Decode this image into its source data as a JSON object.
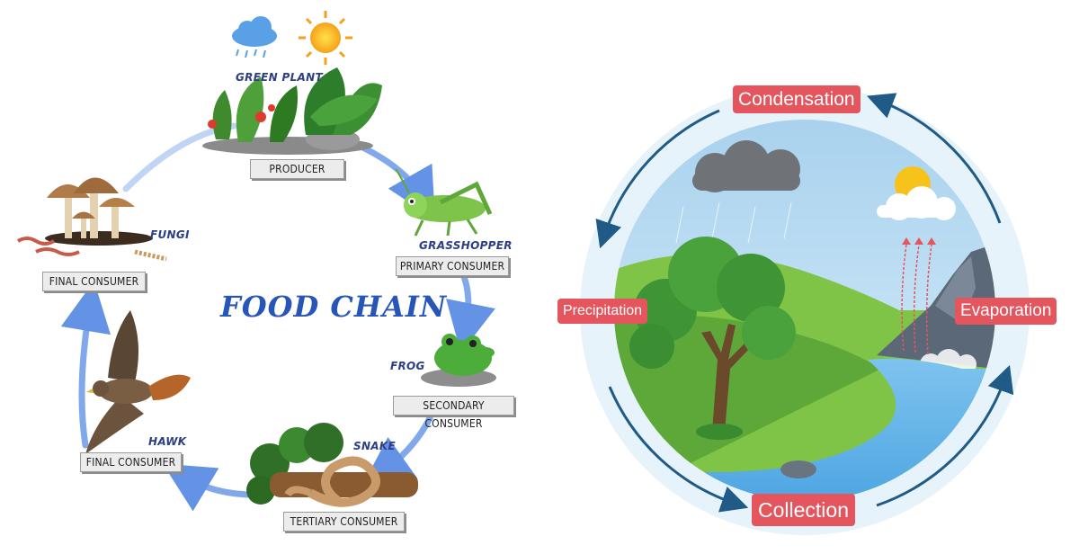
{
  "food_chain": {
    "title": "FOOD CHAIN",
    "stages": [
      {
        "organism": "GREEN PLANT",
        "role": "PRODUCER"
      },
      {
        "organism": "GRASSHOPPER",
        "role": "PRIMARY CONSUMER"
      },
      {
        "organism": "FROG",
        "role": "SECONDARY CONSUMER"
      },
      {
        "organism": "SNAKE",
        "role": "TERTIARY CONSUMER"
      },
      {
        "organism": "HAWK",
        "role": "FINAL CONSUMER"
      },
      {
        "organism": "FUNGI",
        "role": "FINAL CONSUMER"
      }
    ],
    "arrow_color": "#5b8fe6"
  },
  "water_cycle": {
    "stages": [
      "Condensation",
      "Evaporation",
      "Collection",
      "Precipitation"
    ],
    "tag_color": "#e4555d",
    "arrow_color": "#1f5b86"
  }
}
